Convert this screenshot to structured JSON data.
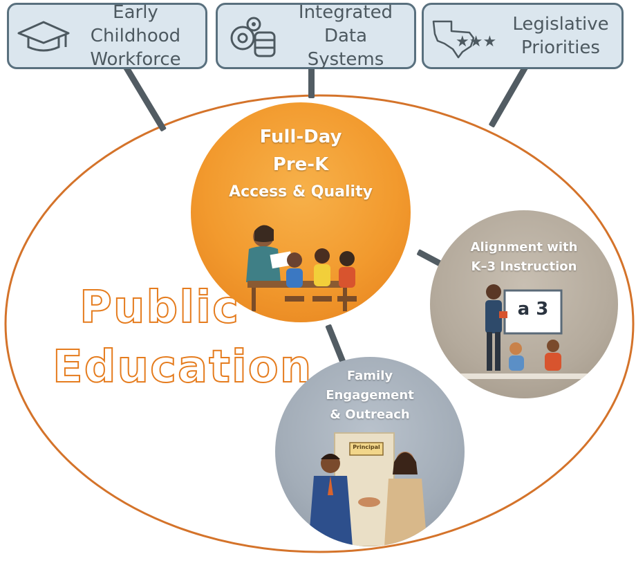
{
  "top_boxes": [
    {
      "icon": "graduation-cap-icon",
      "lines": [
        "Early Childhood",
        "Workforce"
      ]
    },
    {
      "icon": "gears-database-icon",
      "lines": [
        "Integrated Data",
        "Systems"
      ]
    },
    {
      "icon": "texas-stars-icon",
      "lines": [
        "Legislative",
        "Priorities"
      ]
    }
  ],
  "ellipse_label": [
    "Public",
    "Education"
  ],
  "center_circle": {
    "lines": [
      "Full-Day",
      "Pre-K",
      "Access & Quality"
    ]
  },
  "right_circle": {
    "lines": [
      "Alignment with",
      "K–3 Instruction"
    ],
    "board_text": "a 3"
  },
  "bottom_circle": {
    "lines": [
      "Family",
      "Engagement",
      "& Outreach"
    ],
    "door_sign": "Principal"
  },
  "colors": {
    "box_fill": "#dbe6ee",
    "box_border": "#59707e",
    "connector": "#525c63",
    "ellipse_stroke": "#d4732a",
    "accent_orange": "#f29a2e",
    "outline_text": "#e57c1e"
  }
}
